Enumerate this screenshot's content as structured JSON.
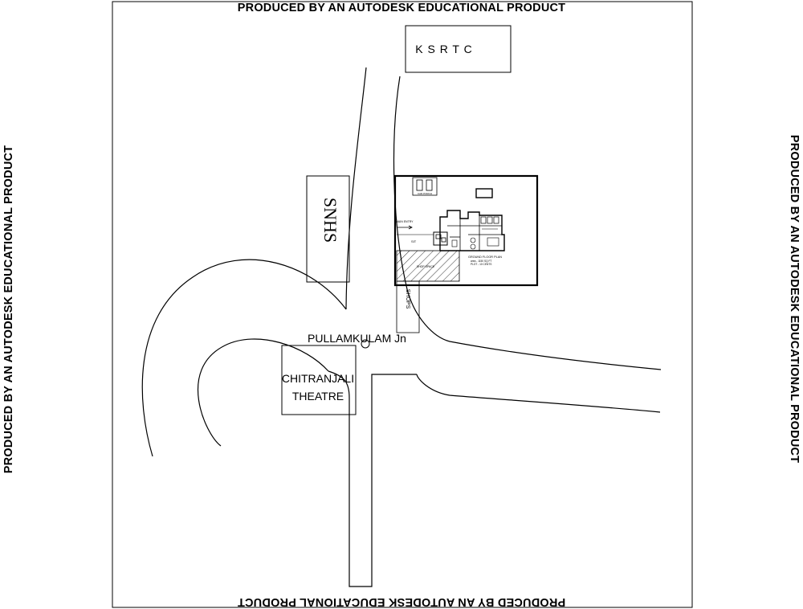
{
  "watermark": {
    "top": "PRODUCED BY AN AUTODESK EDUCATIONAL PRODUCT",
    "bottom": "PRODUCED BY AN AUTODESK EDUCATIONAL PRODUCT",
    "left": "PRODUCED BY AN AUTODESK EDUCATIONAL PRODUCT",
    "right": "PRODUCED BY AN AUTODESK EDUCATIONAL PRODUCT"
  },
  "labels": {
    "ksrtc": "K S R T C",
    "snhs": "SNHS",
    "shops": "SHOPS",
    "junction": "PULLAMKULAM Jn",
    "theatre_line1": "CHITRANJALI",
    "theatre_line2": "THEATRE"
  },
  "site_plan": {
    "car_porch": "CAR PORCH",
    "main_entry": "MAIN ENTRY",
    "sit": "SIT",
    "shop_label": "SHOP SPACE",
    "plan_title": "GROUND FLOOR PLAN",
    "plan_note1": "area - 1150 SQ FT",
    "plan_note2": "PLOT - 10 CENTS"
  },
  "colors": {
    "line": "#000000",
    "background": "#ffffff"
  }
}
